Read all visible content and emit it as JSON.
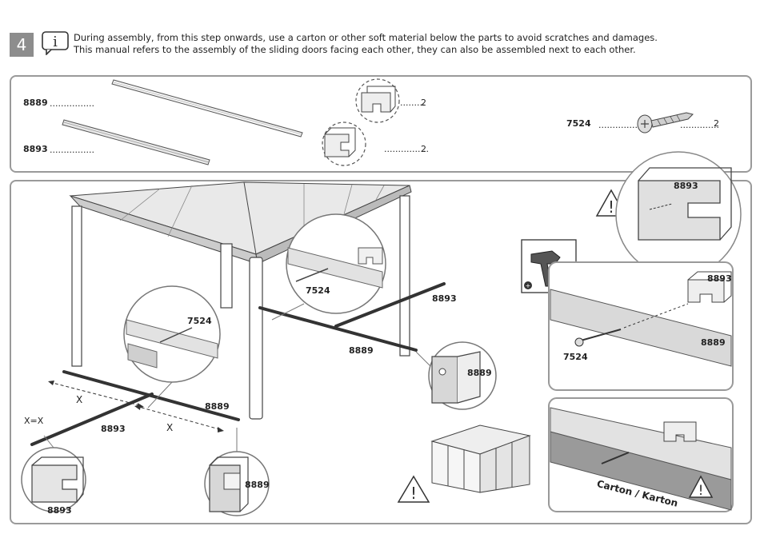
{
  "step": {
    "number": "4"
  },
  "instructions": {
    "line1": "During assembly, from this step onwards, use a carton or other soft material below the parts to avoid scratches and damages.",
    "line2": "This manual refers to the assembly of the sliding doors facing each other, they can also be assembled next to each other."
  },
  "parts": {
    "p8889": {
      "code": "8889",
      "dots": "................"
    },
    "p8893": {
      "code": "8893",
      "dots": "................"
    },
    "bracket_a": {
      "dots": ".........",
      "qty": "2"
    },
    "bracket_b": {
      "dots": "................",
      "qty": "2"
    },
    "screw": {
      "code": "7524",
      "dots_left": "..............",
      "dots_right": "..............",
      "qty": "2"
    }
  },
  "diagram": {
    "labels": {
      "l7524_a": "7524",
      "l7524_b": "7524",
      "l7524_c": "7524",
      "l8893_a": "8893",
      "l8893_b": "8893",
      "l8893_c": "8893",
      "l8893_d": "8893",
      "l8893_e": "8893",
      "l8889_a": "8889",
      "l8889_b": "8889",
      "l8889_c": "8889",
      "l8889_d": "8889",
      "l8889_e": "8889",
      "x_left": "X",
      "x_right": "X",
      "x_eq": "X=X",
      "carton": "Carton / Karton"
    }
  },
  "colors": {
    "frame": "#444444",
    "panel_border": "#9a9a9a",
    "step_bg": "#8d8d8d",
    "light_fill": "#dcdcdc",
    "roof": "#e6e6e6"
  }
}
